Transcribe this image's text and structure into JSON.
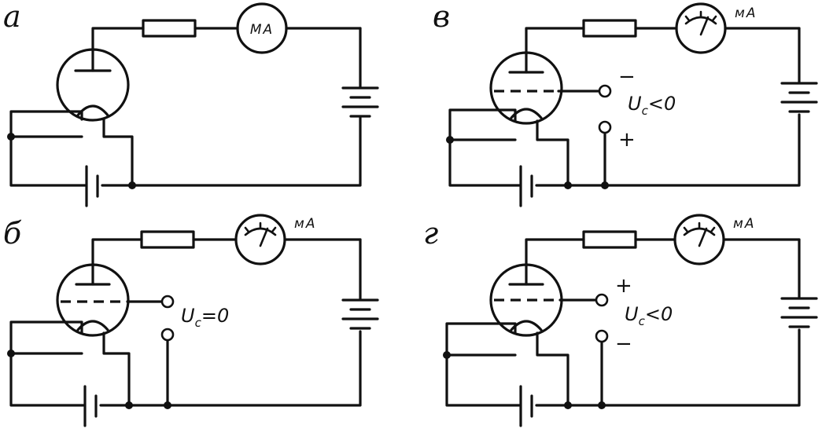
{
  "panels": [
    {
      "id": "a",
      "label": "а",
      "meter_label": "МА",
      "meter_style": "text",
      "has_grid": false
    },
    {
      "id": "v",
      "label": "в",
      "meter_label": "мА",
      "meter_style": "dial",
      "has_grid": true,
      "grid_voltage": {
        "symbol": "U",
        "subscript": "с",
        "relation": "<0"
      },
      "grid_terminal_top_sign": "−",
      "grid_terminal_bottom_sign": "+"
    },
    {
      "id": "b",
      "label": "б",
      "meter_label": "мА",
      "meter_style": "dial",
      "has_grid": true,
      "grid_voltage": {
        "symbol": "U",
        "subscript": "с",
        "relation": "=0"
      },
      "grid_terminal_top_sign": "",
      "grid_terminal_bottom_sign": ""
    },
    {
      "id": "g",
      "label": "г",
      "meter_label": "мА",
      "meter_style": "dial",
      "has_grid": true,
      "grid_voltage": {
        "symbol": "U",
        "subscript": "с",
        "relation": "<0"
      },
      "grid_terminal_top_sign": "+",
      "grid_terminal_bottom_sign": "−"
    }
  ]
}
